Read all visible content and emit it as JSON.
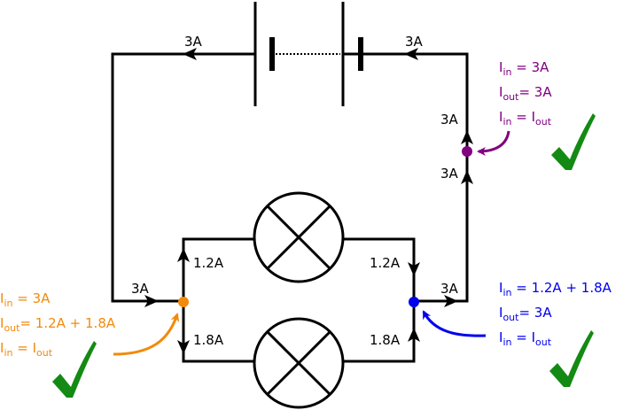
{
  "colors": {
    "wire": "#000000",
    "orange": "#f28a0c",
    "blue": "#0000ee",
    "purple": "#800080",
    "check": "#138a13"
  },
  "currents": {
    "battery_left": "3A",
    "battery_right": "3A",
    "right_upper": "3A",
    "right_lower": "3A",
    "lamp1_left": "1.2A",
    "lamp1_right": "1.2A",
    "lamp2_left": "1.8A",
    "lamp2_right": "1.8A",
    "left_junction_in": "3A",
    "right_junction_out": "3A"
  },
  "junctions": {
    "top_right": {
      "in_label": "I",
      "in_sub": "in",
      "in_value": " = 3A",
      "out_label": "I",
      "out_sub": "out",
      "out_value": "= 3A",
      "eq_in": "I",
      "eq_in_sub": "in",
      "eq_mid": " = I",
      "eq_out_sub": "out",
      "check": "check-icon"
    },
    "left": {
      "in_label": "I",
      "in_sub": "in",
      "in_value": " = 3A",
      "out_label": "I",
      "out_sub": "out",
      "out_value": "= 1.2A + 1.8A",
      "eq_in": "I",
      "eq_in_sub": "in",
      "eq_mid": " = I",
      "eq_out_sub": "out",
      "check": "check-icon"
    },
    "right": {
      "in_label": "I",
      "in_sub": "in",
      "in_value": " = 1.2A + 1.8A",
      "out_label": "I",
      "out_sub": "out",
      "out_value": "= 3A",
      "eq_in": "I",
      "eq_in_sub": "in",
      "eq_mid": " = I",
      "eq_out_sub": "out",
      "check": "check-icon"
    }
  }
}
